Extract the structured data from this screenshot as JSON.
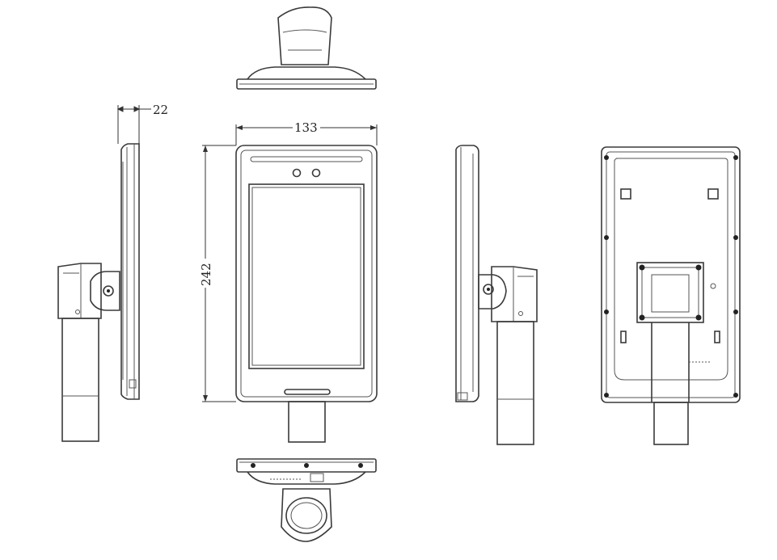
{
  "dimensions": {
    "depth": "22",
    "width": "133",
    "height": "242"
  }
}
